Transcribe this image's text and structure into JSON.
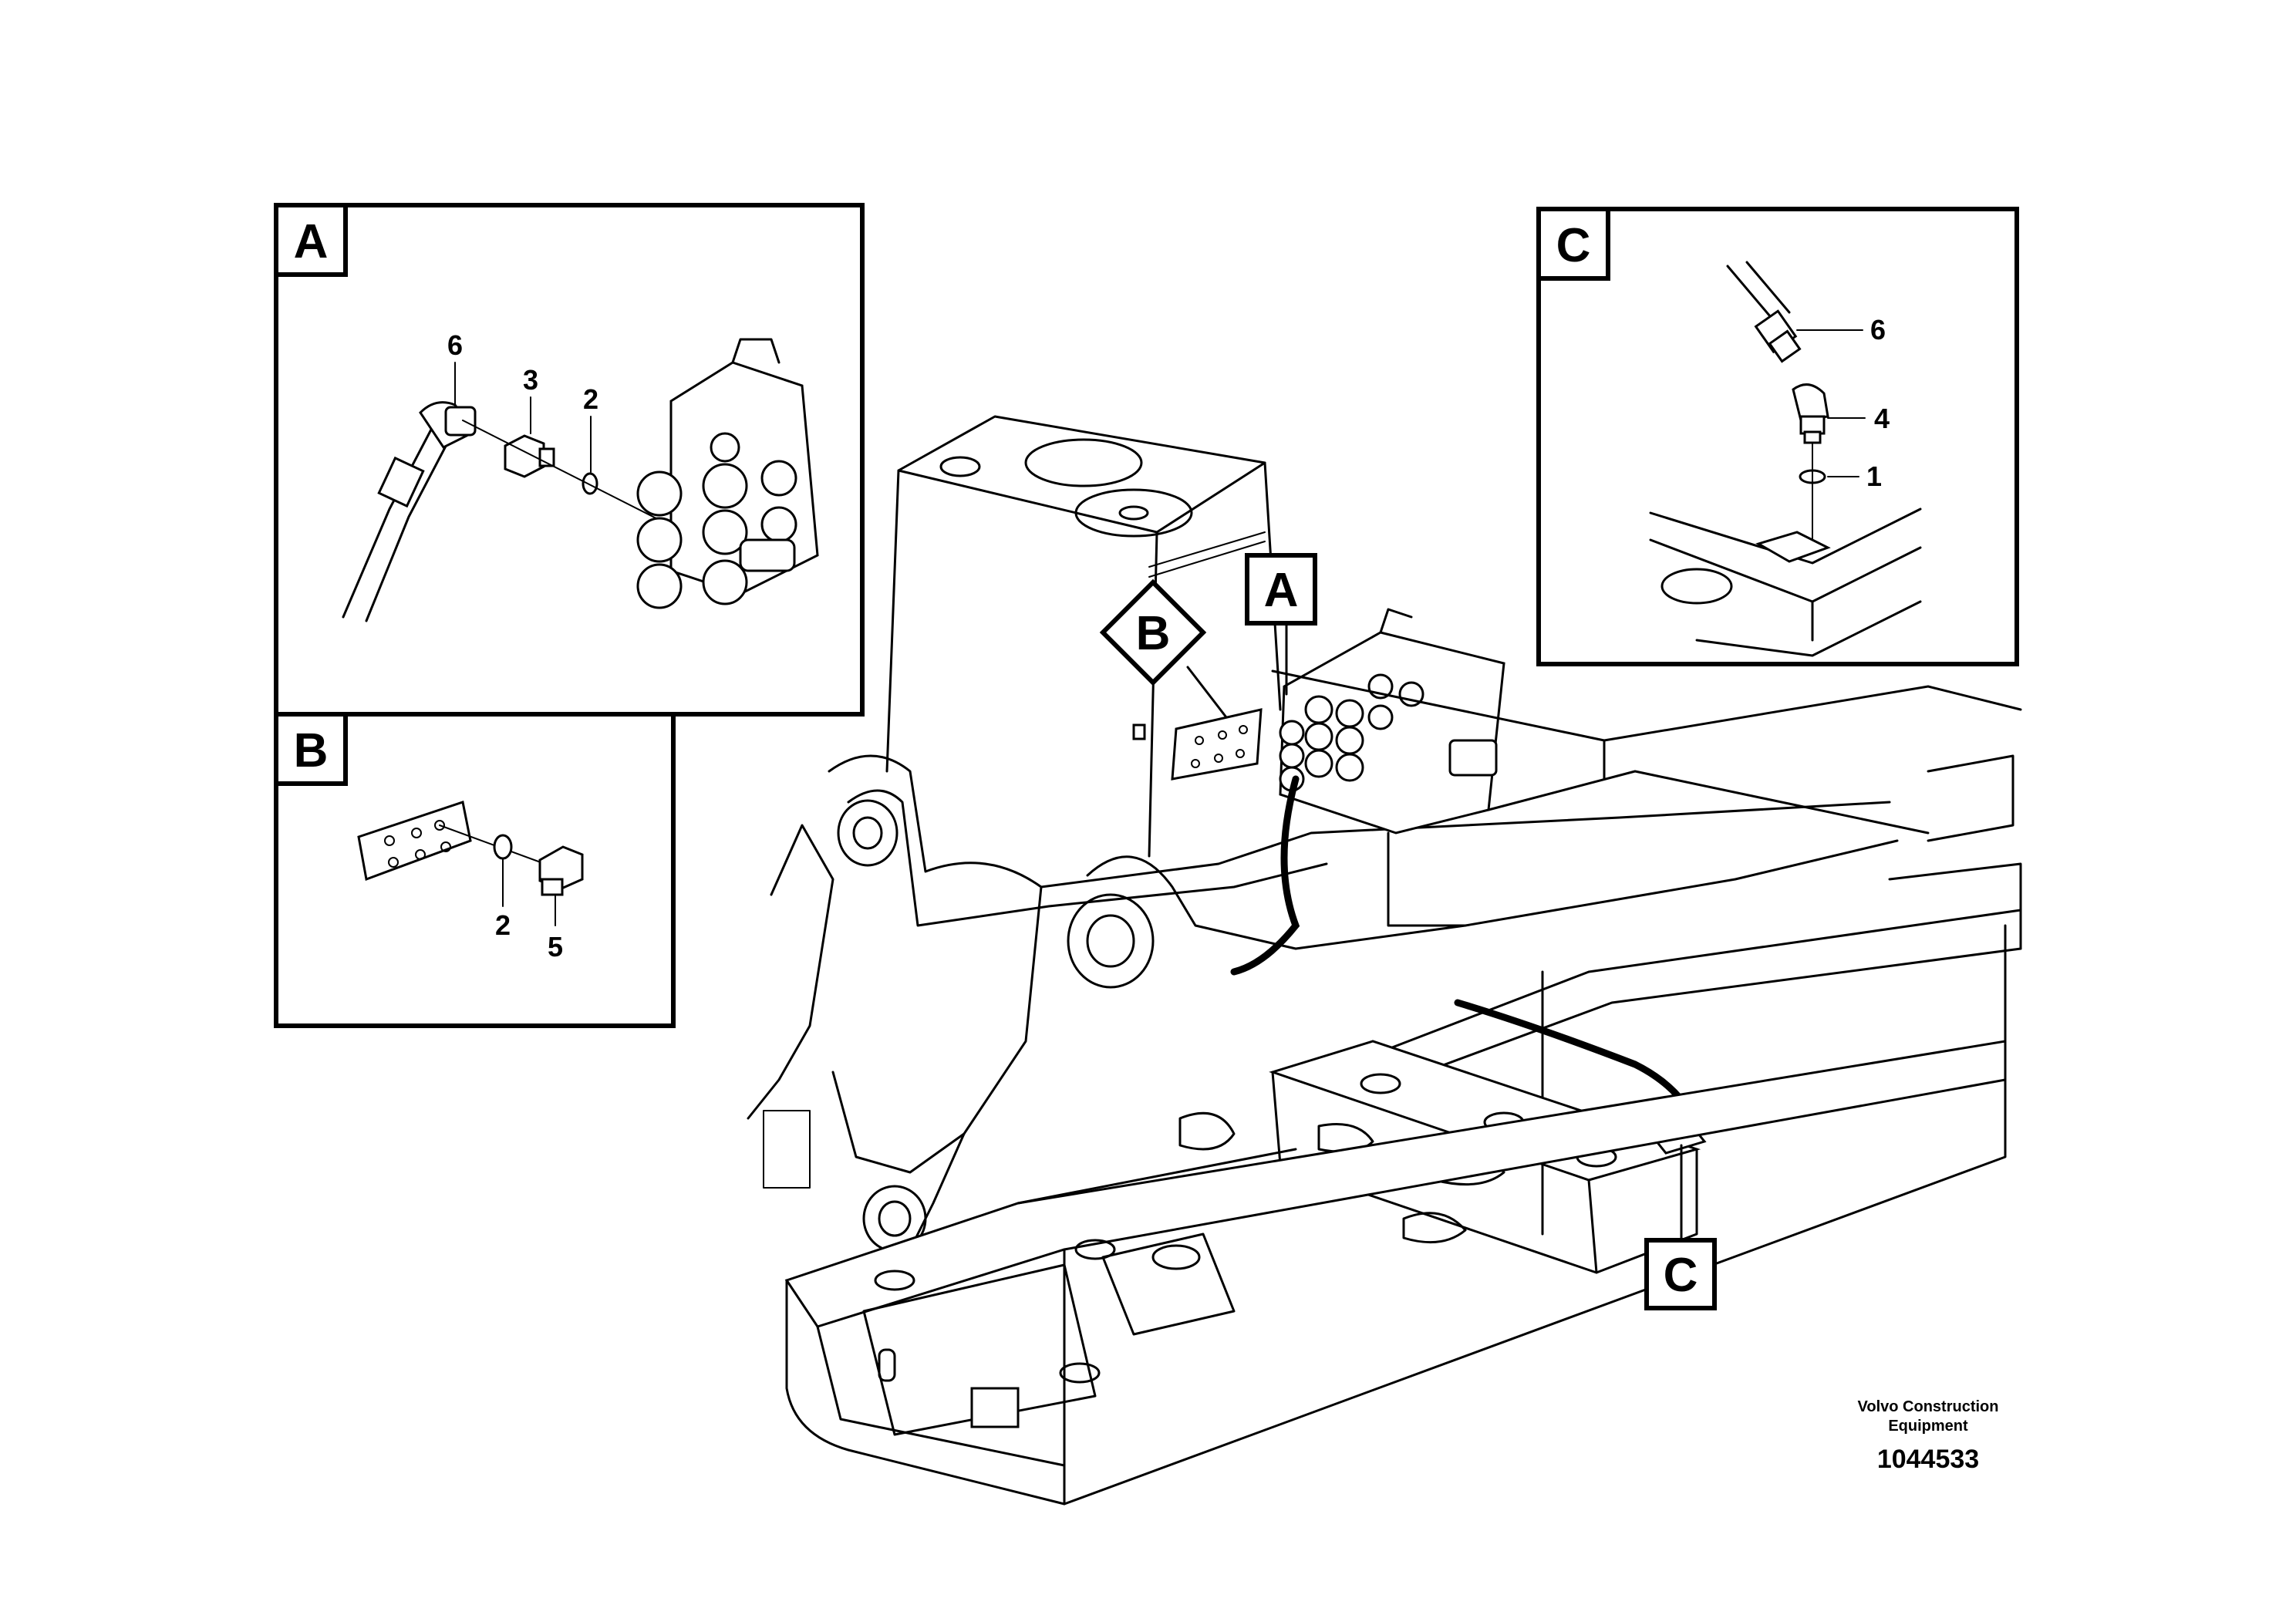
{
  "brand": {
    "line1": "Volvo Construction",
    "line2": "Equipment"
  },
  "document_number": "1044533",
  "detail_views": {
    "A": {
      "label": "A",
      "callouts": [
        {
          "id": "6",
          "part": "hose"
        },
        {
          "id": "3",
          "part": "adapter"
        },
        {
          "id": "2",
          "part": "o-ring"
        }
      ]
    },
    "B": {
      "label": "B",
      "callouts": [
        {
          "id": "2",
          "part": "o-ring"
        },
        {
          "id": "5",
          "part": "plug"
        }
      ]
    },
    "C": {
      "label": "C",
      "callouts": [
        {
          "id": "6",
          "part": "hose"
        },
        {
          "id": "4",
          "part": "elbow"
        },
        {
          "id": "1",
          "part": "o-ring"
        }
      ]
    }
  },
  "location_tags": [
    {
      "label": "A",
      "shape": "square",
      "points_to": "control-valve"
    },
    {
      "label": "B",
      "shape": "diamond",
      "points_to": "port-plate"
    },
    {
      "label": "C",
      "shape": "square",
      "points_to": "frame-connection"
    }
  ]
}
